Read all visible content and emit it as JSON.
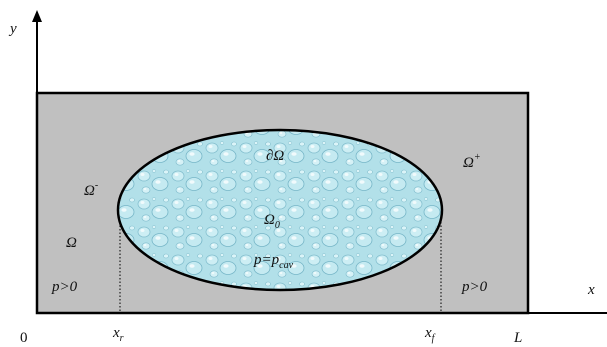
{
  "axes": {
    "x_label": "x",
    "y_label": "y",
    "origin_label": "0",
    "x_ticks": {
      "xr": {
        "base": "x",
        "sub": "r"
      },
      "xf": {
        "base": "x",
        "sub": "f"
      },
      "L": "L"
    }
  },
  "regions": {
    "omega_minus": {
      "base": "Ω",
      "sup": "-"
    },
    "omega_plus": {
      "base": "Ω",
      "sup": "+"
    },
    "omega": "Ω",
    "boundary": "∂Ω",
    "omega_zero": {
      "base": "Ω",
      "sub": "0"
    },
    "pressure_cavity": {
      "prefix": "p=p",
      "sub": "cav"
    },
    "pressure_left": "p>0",
    "pressure_right": "p>0"
  },
  "colors": {
    "domain_fill": "#c0c0c0",
    "cavity_fill": "#a8dbe6",
    "cavity_highlight": "#e6f7fb",
    "cavity_shadow": "#5fa8bd",
    "outline": "#000000"
  }
}
